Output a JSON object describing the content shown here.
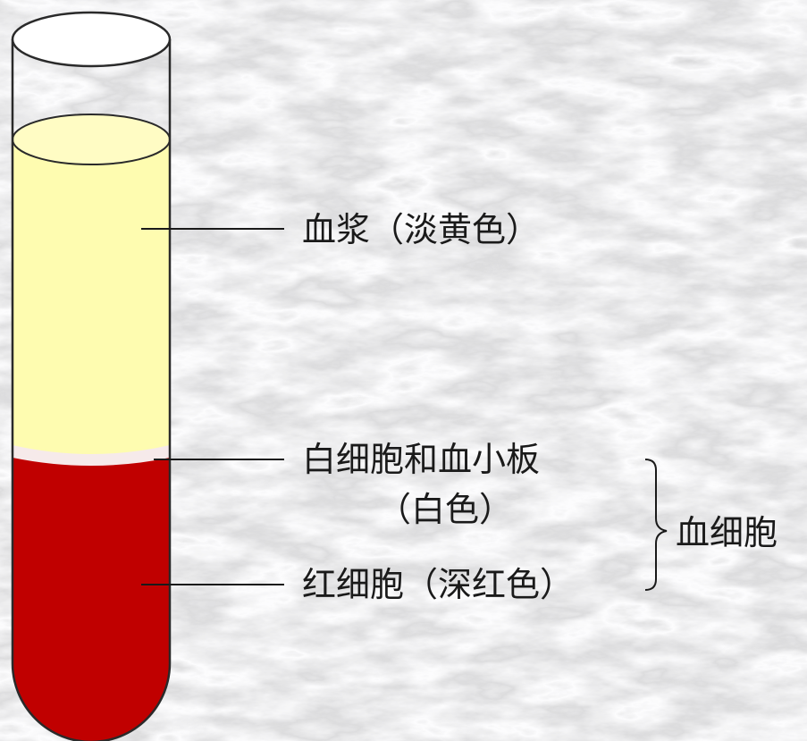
{
  "labels": {
    "plasma": "血浆（淡黄色）",
    "wbc_platelets_line1": "白细胞和血小板",
    "wbc_platelets_line2": "（白色）",
    "rbc": "红细胞（深红色）",
    "blood_cells": "血细胞"
  },
  "colors": {
    "plasma": "#fefcb0",
    "plasma_surface": "#fffcc4",
    "buffy_coat": "#f6eaea",
    "red_cells": "#c00000",
    "glass_rim": "#ffffff",
    "background": "#d6d6d6"
  }
}
